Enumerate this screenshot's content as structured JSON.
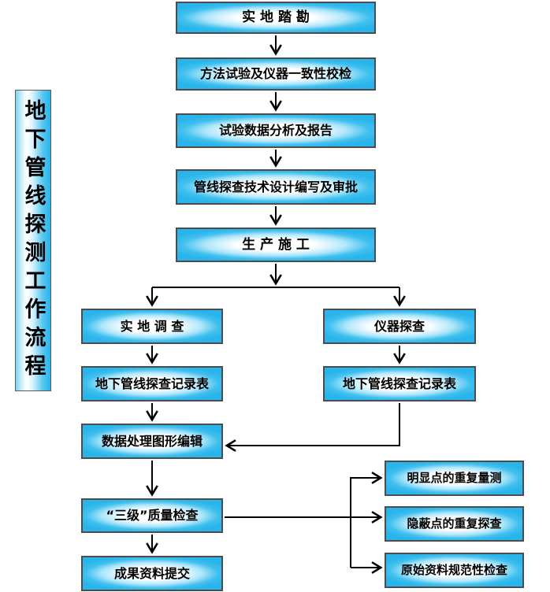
{
  "title": {
    "text": "地下管线探测工作流程"
  },
  "nodes": {
    "survey": {
      "label": "实 地 踏 勘"
    },
    "method_test": {
      "label": "方法试验及仪器一致性校检"
    },
    "analysis": {
      "label": "试验数据分析及报告"
    },
    "design": {
      "label": "管线探查技术设计编写及审批"
    },
    "production": {
      "label": "生 产 施 工"
    },
    "field": {
      "label": "实 地 调 查"
    },
    "instrument": {
      "label": "仪器探查"
    },
    "record_left": {
      "label": "地下管线探查记录表"
    },
    "record_right": {
      "label": "地下管线探查记录表"
    },
    "data_processing": {
      "label": "数据处理图形编辑"
    },
    "quality_check": {
      "label": "“三级”质量检查"
    },
    "submission": {
      "label": "成果资料提交"
    },
    "obvious_points": {
      "label": "明显点的重复量测"
    },
    "hidden_points": {
      "label": "隐蔽点的重复探查"
    },
    "original_data": {
      "label": "原始资料规范性检查"
    }
  },
  "edges": [
    {
      "from": "survey",
      "to": "method_test"
    },
    {
      "from": "method_test",
      "to": "analysis"
    },
    {
      "from": "analysis",
      "to": "design"
    },
    {
      "from": "design",
      "to": "production"
    },
    {
      "from": "production",
      "to": "field"
    },
    {
      "from": "production",
      "to": "instrument"
    },
    {
      "from": "field",
      "to": "record_left"
    },
    {
      "from": "instrument",
      "to": "record_right"
    },
    {
      "from": "record_left",
      "to": "data_processing"
    },
    {
      "from": "record_right",
      "to": "data_processing"
    },
    {
      "from": "data_processing",
      "to": "quality_check"
    },
    {
      "from": "quality_check",
      "to": "submission"
    },
    {
      "from": "quality_check",
      "to": "obvious_points"
    },
    {
      "from": "quality_check",
      "to": "hidden_points"
    },
    {
      "from": "quality_check",
      "to": "original_data"
    }
  ],
  "colors": {
    "box_fill": "#29b4eb",
    "box_highlight": "#ffffff",
    "box_border": "#4c4c4c",
    "arrow": "#000000",
    "background": "#ffffff"
  }
}
